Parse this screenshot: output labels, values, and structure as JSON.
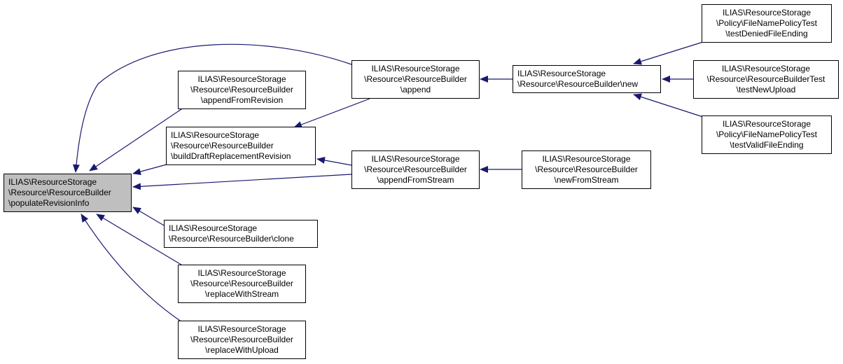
{
  "colors": {
    "edge": "#191970",
    "focus_fill": "#bfbfbf",
    "node_fill": "#ffffff",
    "border": "#000000"
  },
  "nodes": {
    "populate": {
      "lines": [
        "ILIAS\\ResourceStorage",
        "\\Resource\\ResourceBuilder",
        "\\populateRevisionInfo"
      ],
      "focus": true
    },
    "appendFromRevision": {
      "lines": [
        "ILIAS\\ResourceStorage",
        "\\Resource\\ResourceBuilder",
        "\\appendFromRevision"
      ]
    },
    "buildDraft": {
      "lines": [
        "ILIAS\\ResourceStorage",
        "\\Resource\\ResourceBuilder",
        "\\buildDraftReplacementRevision"
      ]
    },
    "clone": {
      "lines": [
        "ILIAS\\ResourceStorage",
        "\\Resource\\ResourceBuilder\\clone"
      ]
    },
    "replaceWithStream": {
      "lines": [
        "ILIAS\\ResourceStorage",
        "\\Resource\\ResourceBuilder",
        "\\replaceWithStream"
      ]
    },
    "replaceWithUpload": {
      "lines": [
        "ILIAS\\ResourceStorage",
        "\\Resource\\ResourceBuilder",
        "\\replaceWithUpload"
      ]
    },
    "append": {
      "lines": [
        "ILIAS\\ResourceStorage",
        "\\Resource\\ResourceBuilder",
        "\\append"
      ]
    },
    "appendFromStream": {
      "lines": [
        "ILIAS\\ResourceStorage",
        "\\Resource\\ResourceBuilder",
        "\\appendFromStream"
      ]
    },
    "new": {
      "lines": [
        "ILIAS\\ResourceStorage",
        "\\Resource\\ResourceBuilder\\new"
      ]
    },
    "newFromStream": {
      "lines": [
        "ILIAS\\ResourceStorage",
        "\\Resource\\ResourceBuilder",
        "\\newFromStream"
      ]
    },
    "testDenied": {
      "lines": [
        "ILIAS\\ResourceStorage",
        "\\Policy\\FileNamePolicyTest",
        "\\testDeniedFileEnding"
      ]
    },
    "testNewUpload": {
      "lines": [
        "ILIAS\\ResourceStorage",
        "\\Resource\\ResourceBuilderTest",
        "\\testNewUpload"
      ]
    },
    "testValid": {
      "lines": [
        "ILIAS\\ResourceStorage",
        "\\Policy\\FileNamePolicyTest",
        "\\testValidFileEnding"
      ]
    }
  },
  "edges": [
    [
      "append",
      "populate"
    ],
    [
      "appendFromRevision",
      "populate"
    ],
    [
      "buildDraft",
      "populate"
    ],
    [
      "appendFromStream",
      "populate"
    ],
    [
      "clone",
      "populate"
    ],
    [
      "replaceWithStream",
      "populate"
    ],
    [
      "replaceWithUpload",
      "populate"
    ],
    [
      "append",
      "buildDraft"
    ],
    [
      "appendFromStream",
      "buildDraft"
    ],
    [
      "new",
      "append"
    ],
    [
      "newFromStream",
      "appendFromStream"
    ],
    [
      "testDenied",
      "new"
    ],
    [
      "testNewUpload",
      "new"
    ],
    [
      "testValid",
      "new"
    ]
  ]
}
